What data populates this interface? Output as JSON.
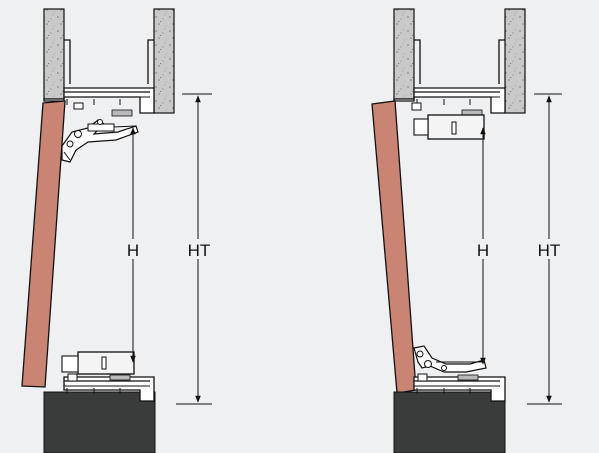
{
  "labels": {
    "left_h": "H",
    "left_ht": "HT",
    "right_h": "H",
    "right_ht": "HT"
  },
  "colors": {
    "background": "#eef0f2",
    "granite": "#c9c9c9",
    "granite_speck": "#8a8a8a",
    "door": "#c98474",
    "base_cabinet": "#3a3b3b",
    "line": "#111111",
    "device_fill": "#f4f4f4",
    "device_accent": "#b9b9b9"
  },
  "icons": {
    "upper_cabinet": "granite-panel",
    "mechanism": "hinge-lift-arm",
    "damper": "lift-unit-box"
  }
}
